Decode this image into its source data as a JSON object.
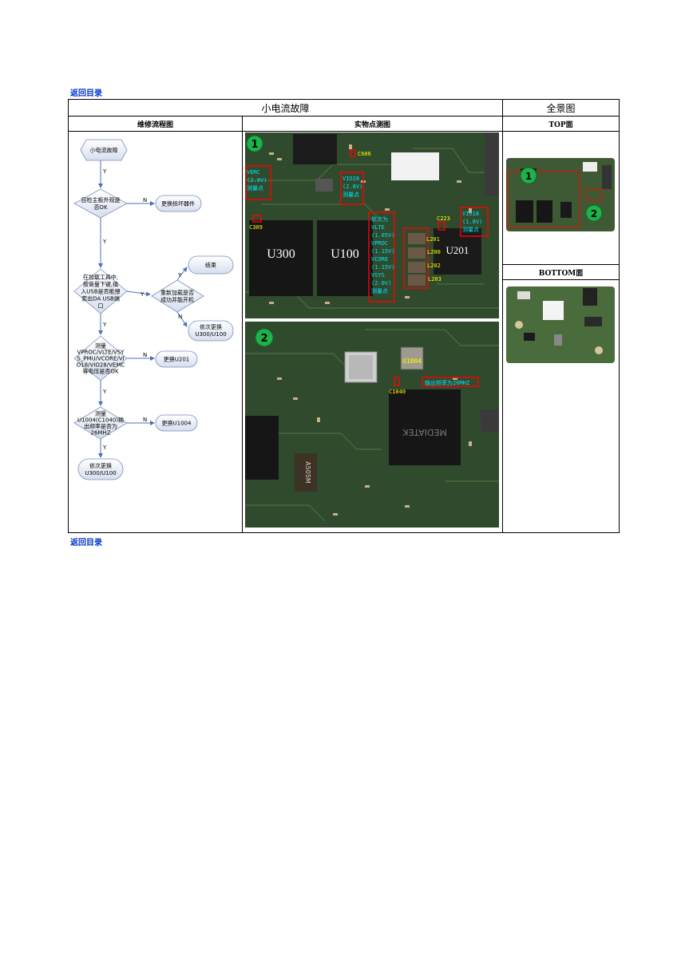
{
  "nav": {
    "back_label": "返回目录"
  },
  "table": {
    "title_left": "小电流故障",
    "title_right": "全景图",
    "col1": "维修流程图",
    "col2": "实物点测图",
    "col3_top": "TOP面",
    "col3_bottom": "BOTTOM面"
  },
  "flow": {
    "start": "小电流故障",
    "d1": [
      "目检主板外观是",
      "否OK"
    ],
    "r1": "更换损坏器件",
    "d2": [
      "在加载工具中,",
      "按音量下键,插",
      "入USB是否能搜",
      "索出DA  USB端",
      "口"
    ],
    "d3": [
      "重新加载是否",
      "成功并能开机"
    ],
    "end": "结束",
    "r3": [
      "依次更换",
      "U300/U100"
    ],
    "d4": [
      "测量",
      "VPROC/VLTE/VSY",
      "S_PMU/VCORE/VI",
      "O18/VIO28/VEMC",
      "等电压是否OK"
    ],
    "r4": "更换U201",
    "d5": [
      "测量",
      "U1004(C1040)输",
      "出频率是否为",
      "26MHZ"
    ],
    "r5": "更换U1004",
    "final": [
      "依次更换",
      "U300/U100"
    ],
    "y": "Y",
    "n": "N"
  },
  "photo1": {
    "badge": "1",
    "vemc": [
      "VEMC",
      "(2.9V)",
      "测量点"
    ],
    "c309": "C309",
    "c606": "C606",
    "vio28": [
      "VIO28",
      "(2.8V)",
      "测量点"
    ],
    "rails": [
      "依次为",
      "VLTE",
      "(1.05V)",
      "VPROC",
      "(1.15V)",
      "VCORE",
      "(1.15V)",
      "VSYS",
      "(2.0V)",
      "测量点"
    ],
    "c223": "C223",
    "vio18": [
      "VIO18",
      "(1.8V)",
      "测量点"
    ],
    "l201": "L201",
    "l200": "L200",
    "l202": "L202",
    "l203": "L203",
    "u300": "U300",
    "u100": "U100",
    "u201": "U201"
  },
  "photo2": {
    "badge": "2",
    "u1004": "U1004",
    "freq": "输出频率为26MHZ",
    "c1040": "C1040",
    "chip": "MEDIATEK",
    "marking": "A505M"
  },
  "overview": {
    "badge1": "1",
    "badge2": "2"
  },
  "colors": {
    "pcb": "#2f4a2c",
    "accent_red": "#ff0000",
    "label_yellow": "#ffff00",
    "label_cyan": "#00e5ff",
    "badge_green": "#1db34a",
    "link_blue": "#0033cc"
  }
}
